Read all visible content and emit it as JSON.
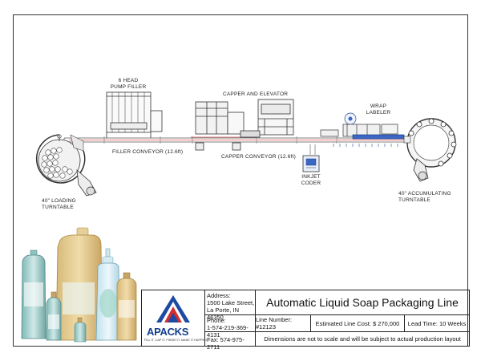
{
  "diagram": {
    "labels": {
      "pump_filler": [
        "6 HEAD",
        "PUMP FILLER"
      ],
      "capper": "CAPPER AND ELEVATOR",
      "wrap_labeler": [
        "WRAP",
        "LABELER"
      ],
      "filler_conveyor": "FILLER CONVEYOR (12.6ft)",
      "capper_conveyor": "CAPPER CONVEYOR (12.6ft)",
      "inkjet": [
        "INKJET",
        "CODER"
      ],
      "loading_turntable": [
        "40\" LOADING",
        "TURNTABLE"
      ],
      "accumulating_turntable": [
        "40\" ACCUMULATING",
        "TURNTABLE"
      ]
    },
    "colors": {
      "line": "#444444",
      "conveyor_red": "#d9534f",
      "accent_blue": "#3a66c4"
    }
  },
  "title_block": {
    "address_label": "Address:",
    "address_lines": [
      "1500 Lake Street,",
      "La Porte, IN 46350"
    ],
    "phone_label": "Phone:",
    "phone": "1-574-219-369-4131",
    "fax": "Fax: 574-975-2711",
    "title": "Automatic Liquid Soap Packaging Line",
    "line_number": "Line Number: #12123",
    "line_cost": "Estimated Line Cost:  $ 270,000",
    "lead_time": "Lead Time: 10 Weeks",
    "disclaimer": "Dimensions are not to scale and will be subject to actual production layout",
    "logo_text": "APACKS",
    "logo_tagline": "FILL IT. CAP IT. FINISH IT. MAKE IT HAPPEN"
  }
}
